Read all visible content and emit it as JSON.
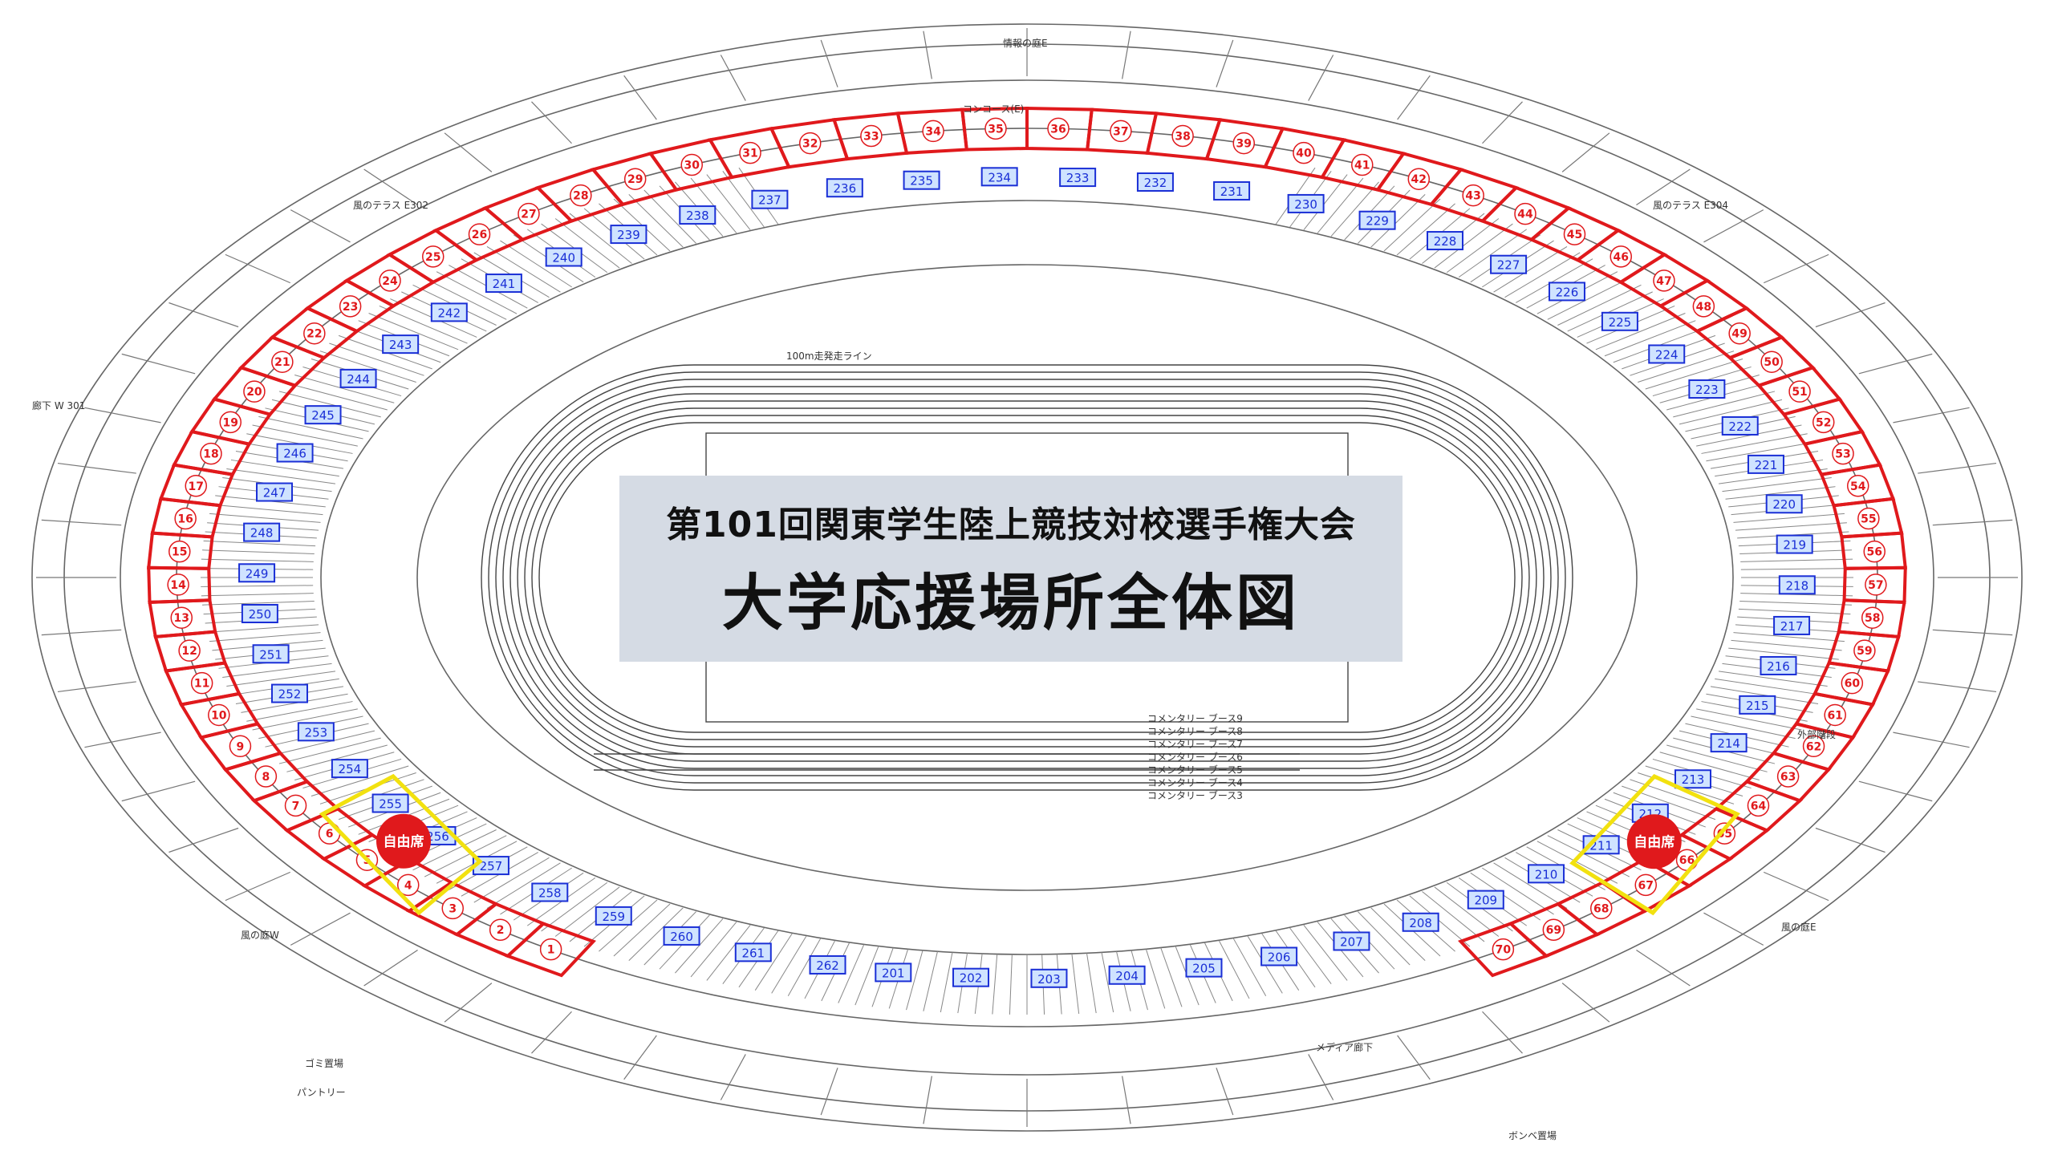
{
  "title": {
    "line1": "第101回関東学生陸上競技対校選手権大会",
    "line2": "大学応援場所全体図"
  },
  "free_seat_label": "自由席",
  "university_areas": [
    "1",
    "2",
    "3",
    "4",
    "5",
    "6",
    "7",
    "8",
    "9",
    "10",
    "11",
    "12",
    "13",
    "14",
    "15",
    "16",
    "17",
    "18",
    "19",
    "20",
    "21",
    "22",
    "23",
    "24",
    "25",
    "26",
    "27",
    "28",
    "29",
    "30",
    "31",
    "32",
    "33",
    "34",
    "35",
    "36",
    "37",
    "38",
    "39",
    "40",
    "41",
    "42",
    "43",
    "44",
    "45",
    "46",
    "47",
    "48",
    "49",
    "50",
    "51",
    "52",
    "53",
    "54",
    "55",
    "56",
    "57",
    "58",
    "59",
    "60",
    "61",
    "62",
    "63",
    "64",
    "65",
    "66",
    "67",
    "68",
    "69",
    "70"
  ],
  "blocks_upper": [
    "201",
    "202",
    "203",
    "204",
    "205",
    "206",
    "207",
    "208",
    "209",
    "210",
    "211",
    "212",
    "213",
    "214",
    "215",
    "216",
    "217",
    "218",
    "219",
    "220",
    "221",
    "222",
    "223",
    "224",
    "225",
    "226",
    "227",
    "228",
    "229",
    "230",
    "231",
    "232",
    "233",
    "234",
    "235",
    "236",
    "237",
    "238",
    "239",
    "240",
    "241",
    "242",
    "243",
    "244",
    "245",
    "246",
    "247",
    "248",
    "249",
    "250",
    "251",
    "252",
    "253",
    "254",
    "255",
    "256",
    "257",
    "258",
    "259",
    "260",
    "261",
    "262"
  ],
  "plan_labels": {
    "commentary_booths": [
      "コメンタリー ブース9",
      "コメンタリー ブース8",
      "コメンタリー ブース7",
      "コメンタリー ブース6",
      "コメンタリー ブース5",
      "コメンタリー ブース4",
      "コメンタリー ブース3"
    ],
    "concourse": "コンコース(E)",
    "wind_garden_e": "風の庭E",
    "wind_garden_w": "風の庭W",
    "info_garden_e": "情報の庭E",
    "terrace_e": "風のテラス E304",
    "terrace_w": "風のテラス E302",
    "media_corridor": "メディア廊下",
    "gas_storage": "ボンベ置場",
    "sprint_start": "100m走発走ライン",
    "pantry": "パントリー",
    "garbage": "ゴミ置場",
    "outside_stairs": "外部階段",
    "corridor_301": "廊下 W 301"
  },
  "colors": {
    "area_outline": "#e0191c",
    "block_label": "#1a2fd6",
    "free_seat_outline": "#f2e10f",
    "title_bg": "#d5dbe4",
    "drawing_line": "#555555"
  }
}
